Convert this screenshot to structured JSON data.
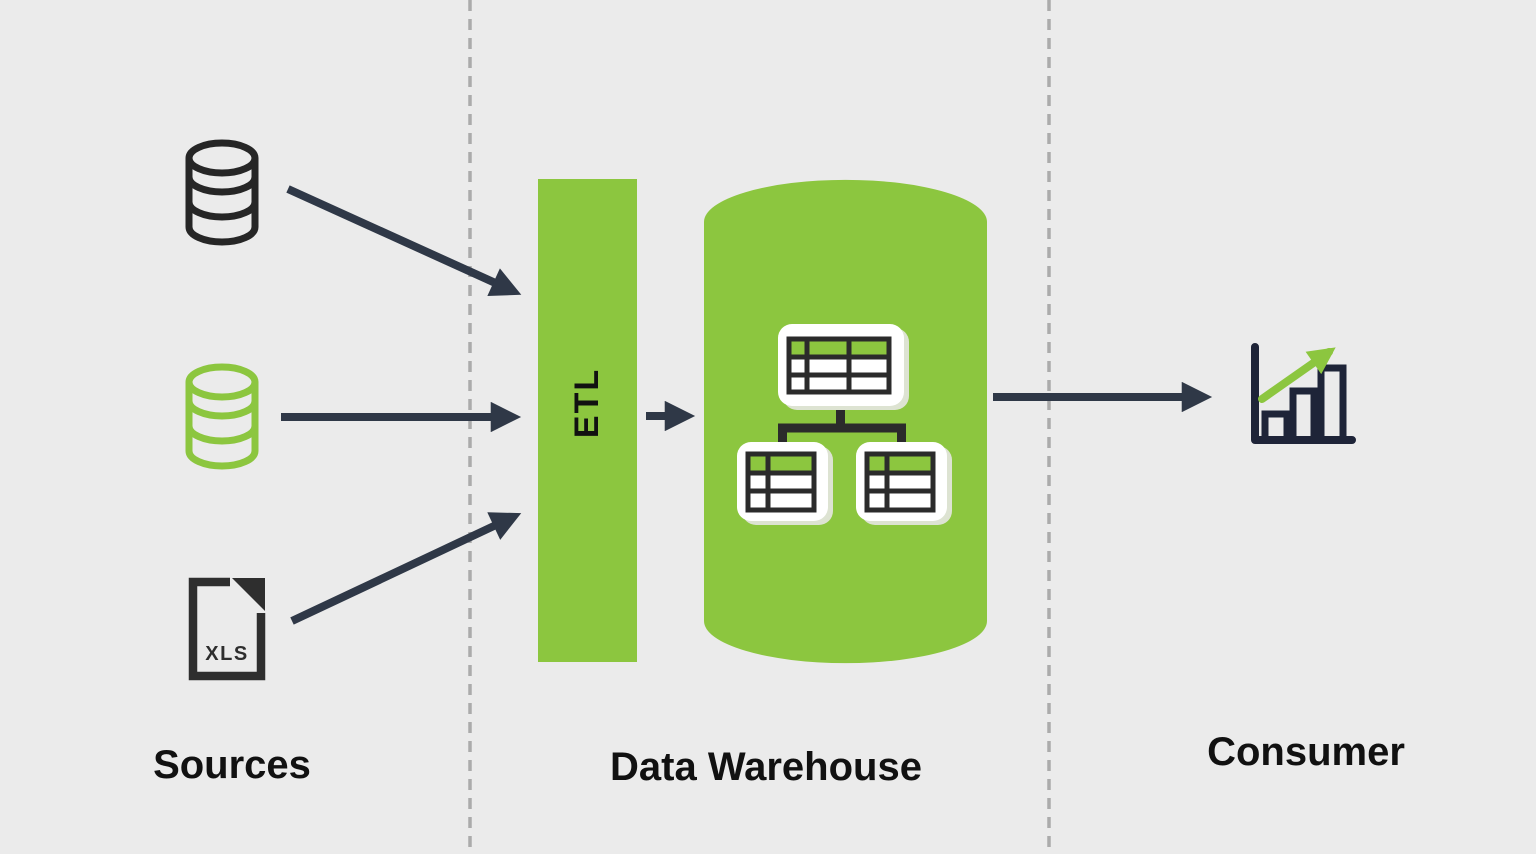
{
  "diagram_title": "Data warehouse architecture diagram",
  "colors": {
    "background": "#EBEBEB",
    "brand_green": "#8CC63F",
    "arrow_navy": "#2F3847",
    "icon_black": "#262626",
    "table_grid_dark": "#2B2B2B",
    "xls_dark": "#2E2E2E",
    "divider_gray": "#ABABAB",
    "card_white": "#FFFFFF"
  },
  "sections": {
    "sources": {
      "label": "Sources",
      "items": [
        {
          "icon": "database-icon",
          "variant": "dark"
        },
        {
          "icon": "database-icon",
          "variant": "green"
        },
        {
          "icon": "xls-file-icon",
          "file_type_label": "XLS"
        }
      ]
    },
    "warehouse": {
      "label": "Data Warehouse",
      "etl_label": "ETL",
      "icons": [
        "warehouse-cylinder",
        "fact-table-icon",
        "dimension-table-left-icon",
        "dimension-table-right-icon"
      ]
    },
    "consumer": {
      "label": "Consumer",
      "icon": "bar-chart-growth-icon"
    }
  },
  "flows": [
    {
      "from": "database-dark",
      "to": "etl-block"
    },
    {
      "from": "database-green",
      "to": "etl-block"
    },
    {
      "from": "xls-file",
      "to": "etl-block"
    },
    {
      "from": "etl-block",
      "to": "warehouse-cylinder"
    },
    {
      "from": "warehouse-cylinder",
      "to": "consumer-chart"
    }
  ]
}
